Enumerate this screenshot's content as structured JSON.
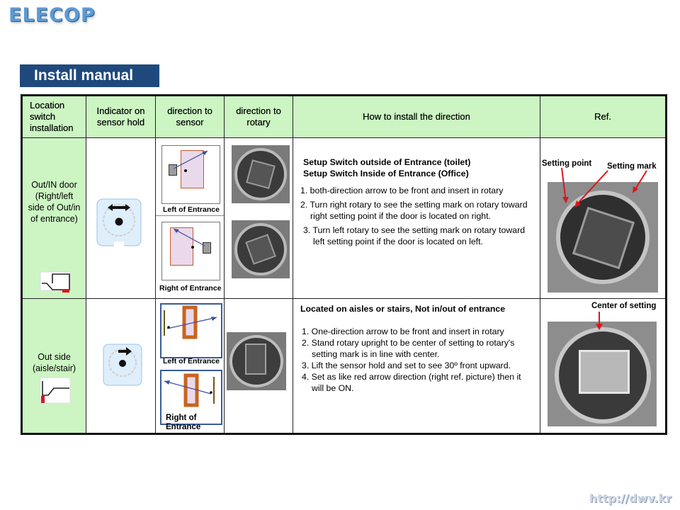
{
  "logo": "ELECOP",
  "title": "Install manual",
  "footer_url": "http://dwv.kr",
  "headers": [
    "Location switch installation",
    "Indicator on sensor hold",
    "direction to sensor",
    "direction to rotary",
    "How to install the direction",
    "Ref."
  ],
  "row1": {
    "location": "Out/IN door (Right/left side of Out/in of entrance)",
    "caption_left": "Left of Entrance",
    "caption_right": "Right of Entrance",
    "heading1": "Setup  Switch  outside  of  Entrance  (toilet)",
    "heading2": "Setup  Switch  Inside  of  Entrance  (Office)",
    "step1": "1.    both-direction  arrow to  be  front and insert in rotary",
    "step2": "2. Turn right rotary to see the setting mark on rotary toward right setting point if the door is located on right.",
    "step3": "3. Turn left rotary to see the setting mark on rotary toward left setting point if the door is located on left.",
    "ref_label1": "Setting point",
    "ref_label2": "Setting mark"
  },
  "row2": {
    "location": "Out side (aisle/stair)",
    "caption_left": "Left of Entrance",
    "caption_right": "Right of Entrance",
    "heading": "Located  on  aisles  or  stairs,  Not  in/out  of  entrance",
    "step1": "1. One-direction arrow to be front and insert in rotary",
    "step2": "2. Stand rotary upright to be center of setting to rotary's setting mark is in line with center.",
    "step3": "3. Lift the sensor hold and set to see 30º front upward.",
    "step4": "4. Set as like red arrow direction (right ref. picture) then it will be ON.",
    "ref_label": "Center of setting"
  },
  "colors": {
    "header_green": "#ccf5c3",
    "title_bar": "#1f497d",
    "door_fill": "#ead9ea",
    "door_edge": "#c65a28",
    "arrow_blue": "#3b4ea0",
    "marker_red": "#d7191c",
    "frame_orange": "#c8641e",
    "box_blue": "#3b5b9a"
  }
}
